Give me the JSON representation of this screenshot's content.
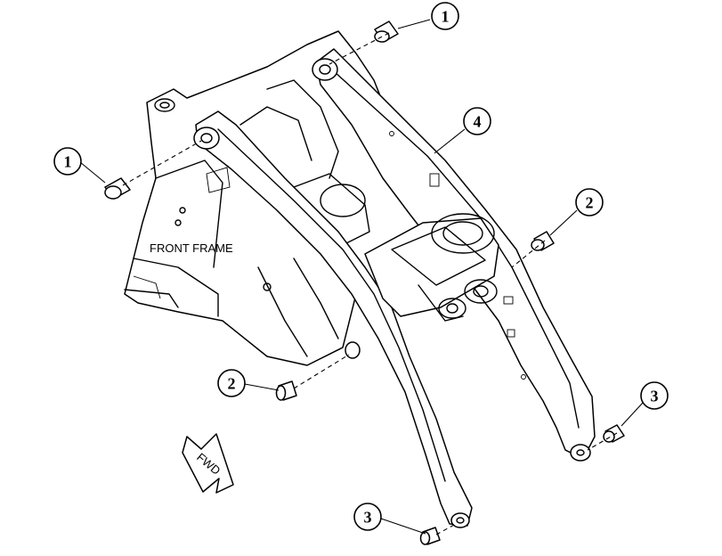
{
  "labels": {
    "front_frame": "FRONT FRAME",
    "fwd_arrow": "FWD"
  },
  "callouts": {
    "c1_top": "1",
    "c1_left": "1",
    "c2_right": "2",
    "c2_left": "2",
    "c3_right": "3",
    "c3_bottom": "3",
    "c4": "4"
  }
}
